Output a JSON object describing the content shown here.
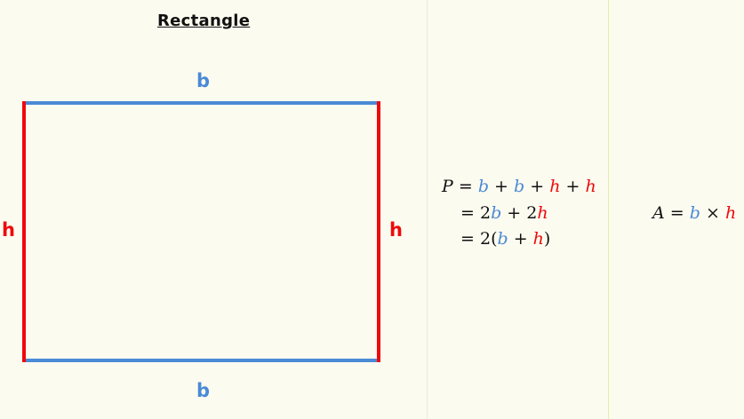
{
  "title": "Rectangle",
  "labels": {
    "top": "b",
    "bottom": "b",
    "left": "h",
    "right": "h"
  },
  "colors": {
    "base": "#4a8ad6",
    "height": "#ee0a0a",
    "background": "#fcfbf0"
  },
  "perimeter": {
    "lhs": "P",
    "eq": "=",
    "plus": "+",
    "two": "2",
    "lparen": "(",
    "rparen": ")",
    "b": "b",
    "h": "h"
  },
  "area": {
    "lhs": "A",
    "eq": "=",
    "times": "×",
    "b": "b",
    "h": "h"
  }
}
